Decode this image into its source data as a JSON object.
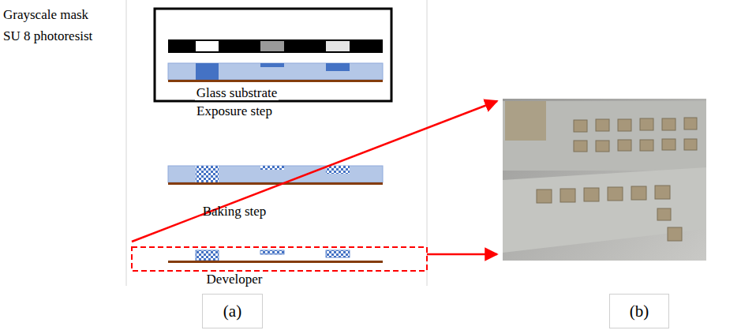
{
  "diagram": {
    "nodes": [
      {
        "text": [
          "(a)"
        ]
      },
      {
        "text": [
          "(b)"
        ]
      }
    ],
    "labels": [
      "Grayscale mask",
      "SU 8 photoresist",
      "Glass substrate",
      "Exposure step",
      "Baking step",
      "Developer"
    ]
  }
}
